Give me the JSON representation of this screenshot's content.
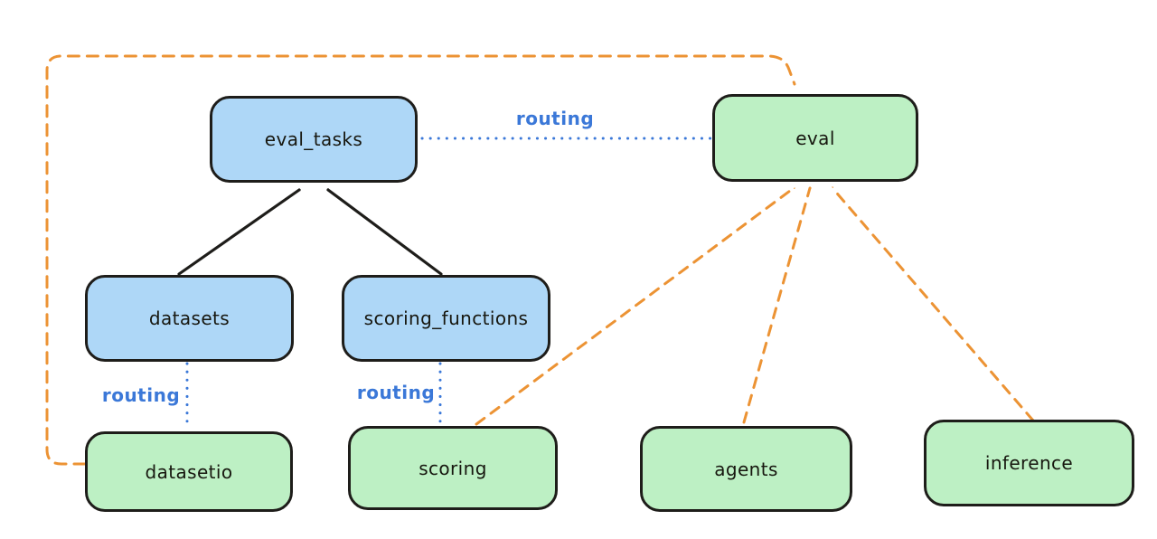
{
  "diagram": {
    "nodes": {
      "eval_tasks": {
        "label": "eval_tasks",
        "kind": "resource"
      },
      "eval": {
        "label": "eval",
        "kind": "api"
      },
      "datasets": {
        "label": "datasets",
        "kind": "resource"
      },
      "scoring_functions": {
        "label": "scoring_functions",
        "kind": "resource"
      },
      "datasetio": {
        "label": "datasetio",
        "kind": "api"
      },
      "scoring": {
        "label": "scoring",
        "kind": "api"
      },
      "agents": {
        "label": "agents",
        "kind": "api"
      },
      "inference": {
        "label": "inference",
        "kind": "api"
      }
    },
    "edge_labels": {
      "eval_tasks_to_eval": "routing",
      "datasets_to_datasetio": "routing",
      "scoring_functions_to_scoring": "routing"
    },
    "colors": {
      "blue_node_fill": "#aed7f7",
      "green_node_fill": "#bdf0c4",
      "node_stroke": "#1e1d1a",
      "black_arrow": "#1e1d1a",
      "orange_dashed_arrow": "#ec9334",
      "blue_dotted_line": "#3b78d8",
      "background": "#ffffff"
    }
  }
}
